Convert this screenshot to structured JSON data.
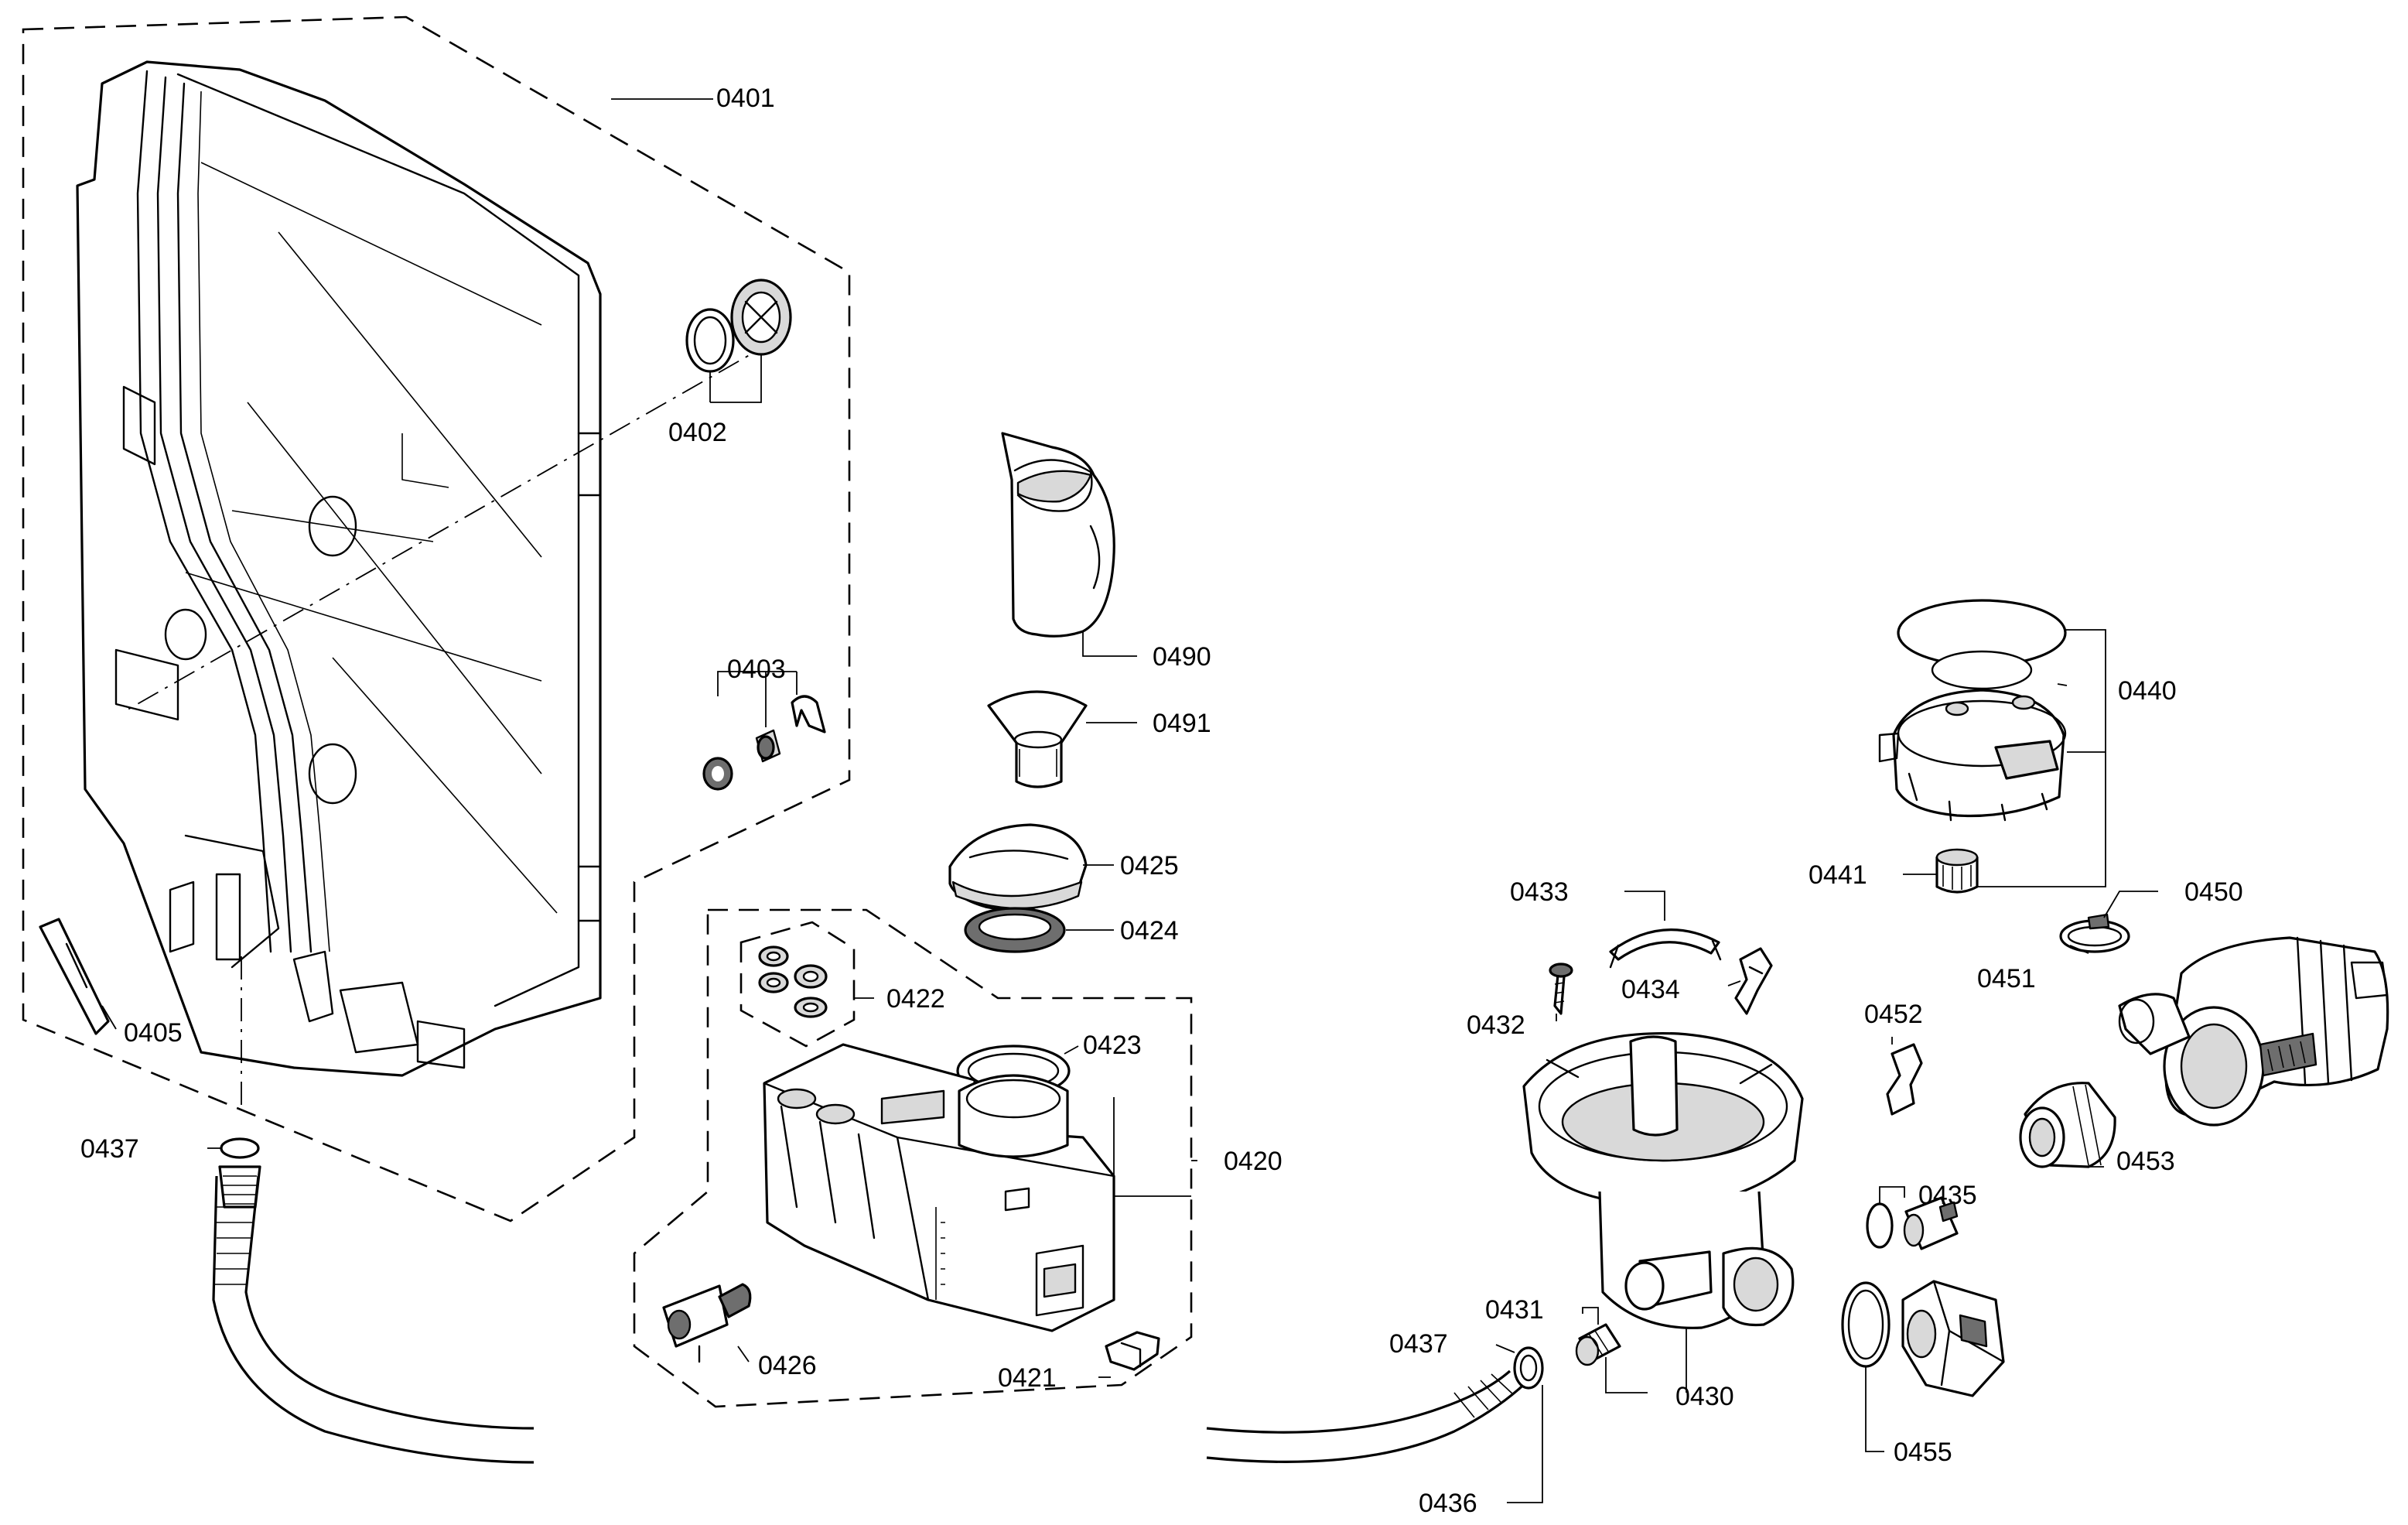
{
  "labels": {
    "p0401": "0401",
    "p0402": "0402",
    "p0403": "0403",
    "p0405": "0405",
    "p0420": "0420",
    "p0421": "0421",
    "p0422": "0422",
    "p0423": "0423",
    "p0424": "0424",
    "p0425": "0425",
    "p0426": "0426",
    "p0430": "0430",
    "p0431": "0431",
    "p0432": "0432",
    "p0433": "0433",
    "p0434": "0434",
    "p0435": "0435",
    "p0436": "0436",
    "p0437a": "0437",
    "p0437b": "0437",
    "p0440": "0440",
    "p0441": "0441",
    "p0450": "0450",
    "p0451": "0451",
    "p0452": "0452",
    "p0453": "0453",
    "p0455": "0455",
    "p0490": "0490",
    "p0491": "0491"
  }
}
